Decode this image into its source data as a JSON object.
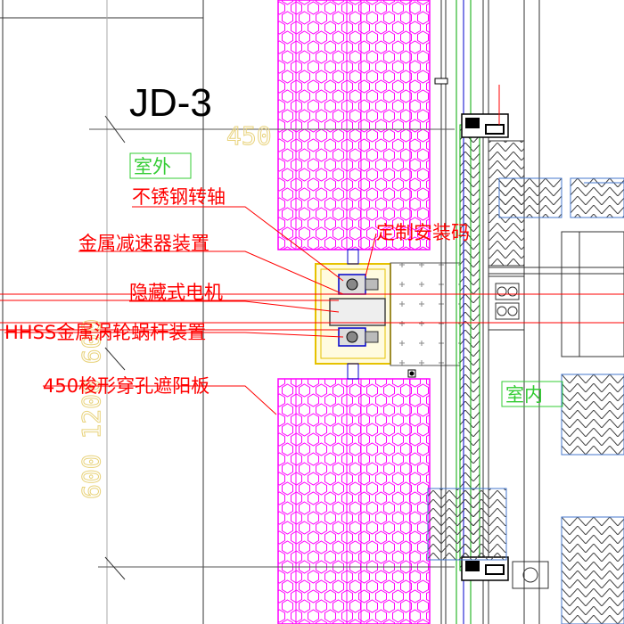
{
  "drawing": {
    "title": "JD-3",
    "dim_450": "450",
    "dim_left": "600    1200    600"
  },
  "zones": {
    "outdoor": "室外",
    "indoor": "室内"
  },
  "callouts": [
    {
      "text": "不锈钢转轴"
    },
    {
      "text": "定制安装码"
    },
    {
      "text": "金属减速器装置"
    },
    {
      "text": "隐藏式电机"
    },
    {
      "text": "HHSS金属涡轮蜗杆装置"
    },
    {
      "text": "450梭形穿孔遮阳板"
    }
  ],
  "colors": {
    "panel": "#ff00ff",
    "callout": "#ff0000",
    "zone": "#33cc33",
    "dimension": "#e8d27a",
    "wall_green": "#00aa00",
    "insulation": "#4477cc"
  }
}
